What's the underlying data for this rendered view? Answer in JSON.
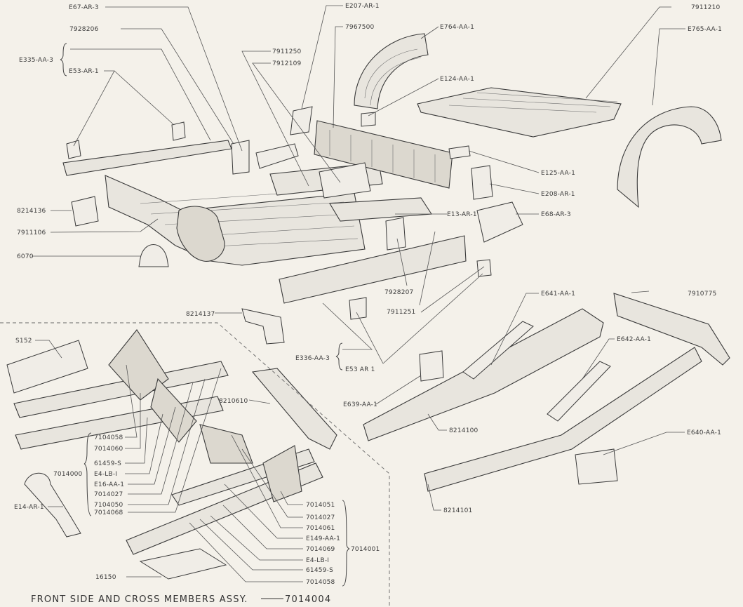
{
  "figure": {
    "title": "FRONT SIDE AND CROSS MEMBERS ASSY.",
    "title_assembly_no": "7014004"
  },
  "labels": {
    "E67_AR_3": "E67-AR-3",
    "p7928206": "7928206",
    "E335_AA_3": "E335-AA-3",
    "E53_AR_1": "E53-AR-1",
    "E207_AR_1": "E207-AR-1",
    "p7967500": "7967500",
    "p7911250": "7911250",
    "p7912109": "7912109",
    "E764_AA_1": "E764-AA-1",
    "E124_AA_1": "E124-AA-1",
    "p7911210": "7911210",
    "E765_AA_1": "E765-AA-1",
    "E125_AA_1": "E125-AA-1",
    "E208_AR_1": "E208-AR-1",
    "E68_AR_3": "E68-AR-3",
    "E13_AR_1": "E13-AR-1",
    "p8214136": "8214136",
    "p7911106": "7911106",
    "p6070": "6070",
    "p7928207": "7928207",
    "p7911251": "7911251",
    "p8214137": "8214137",
    "E336_AA_3": "E336-AA-3",
    "E53_AR_1_b": "E53 AR 1",
    "E641_AA_1": "E641-AA-1",
    "p7910775": "7910775",
    "E642_AA_1": "E642-AA-1",
    "S152": "S152",
    "p8210610": "8210610",
    "E639_AA_1": "E639-AA-1",
    "p8214100": "8214100",
    "E640_AA_1": "E640-AA-1",
    "p8214101": "8214101",
    "p7104058": "7104058",
    "p7014060": "7014060",
    "p61459_S": "61459-S",
    "p7014000": "7014000",
    "E4_LB_I": "E4-LB-I",
    "E16_AA_1": "E16-AA-1",
    "p7014027": "7014027",
    "p7104050": "7104050",
    "p7014068": "7014068",
    "E14_AR_1": "E14-AR-1",
    "p7014051": "7014051",
    "p7014027_b": "7014027",
    "p7014061": "7014061",
    "E149_AA_1": "E149-AA-1",
    "p7014069": "7014069",
    "p7014001": "7014001",
    "E4_LB_I_b": "E4-LB-I",
    "p61459_S_b": "61459-S",
    "p7014058": "7014058",
    "p16150": "16150"
  }
}
